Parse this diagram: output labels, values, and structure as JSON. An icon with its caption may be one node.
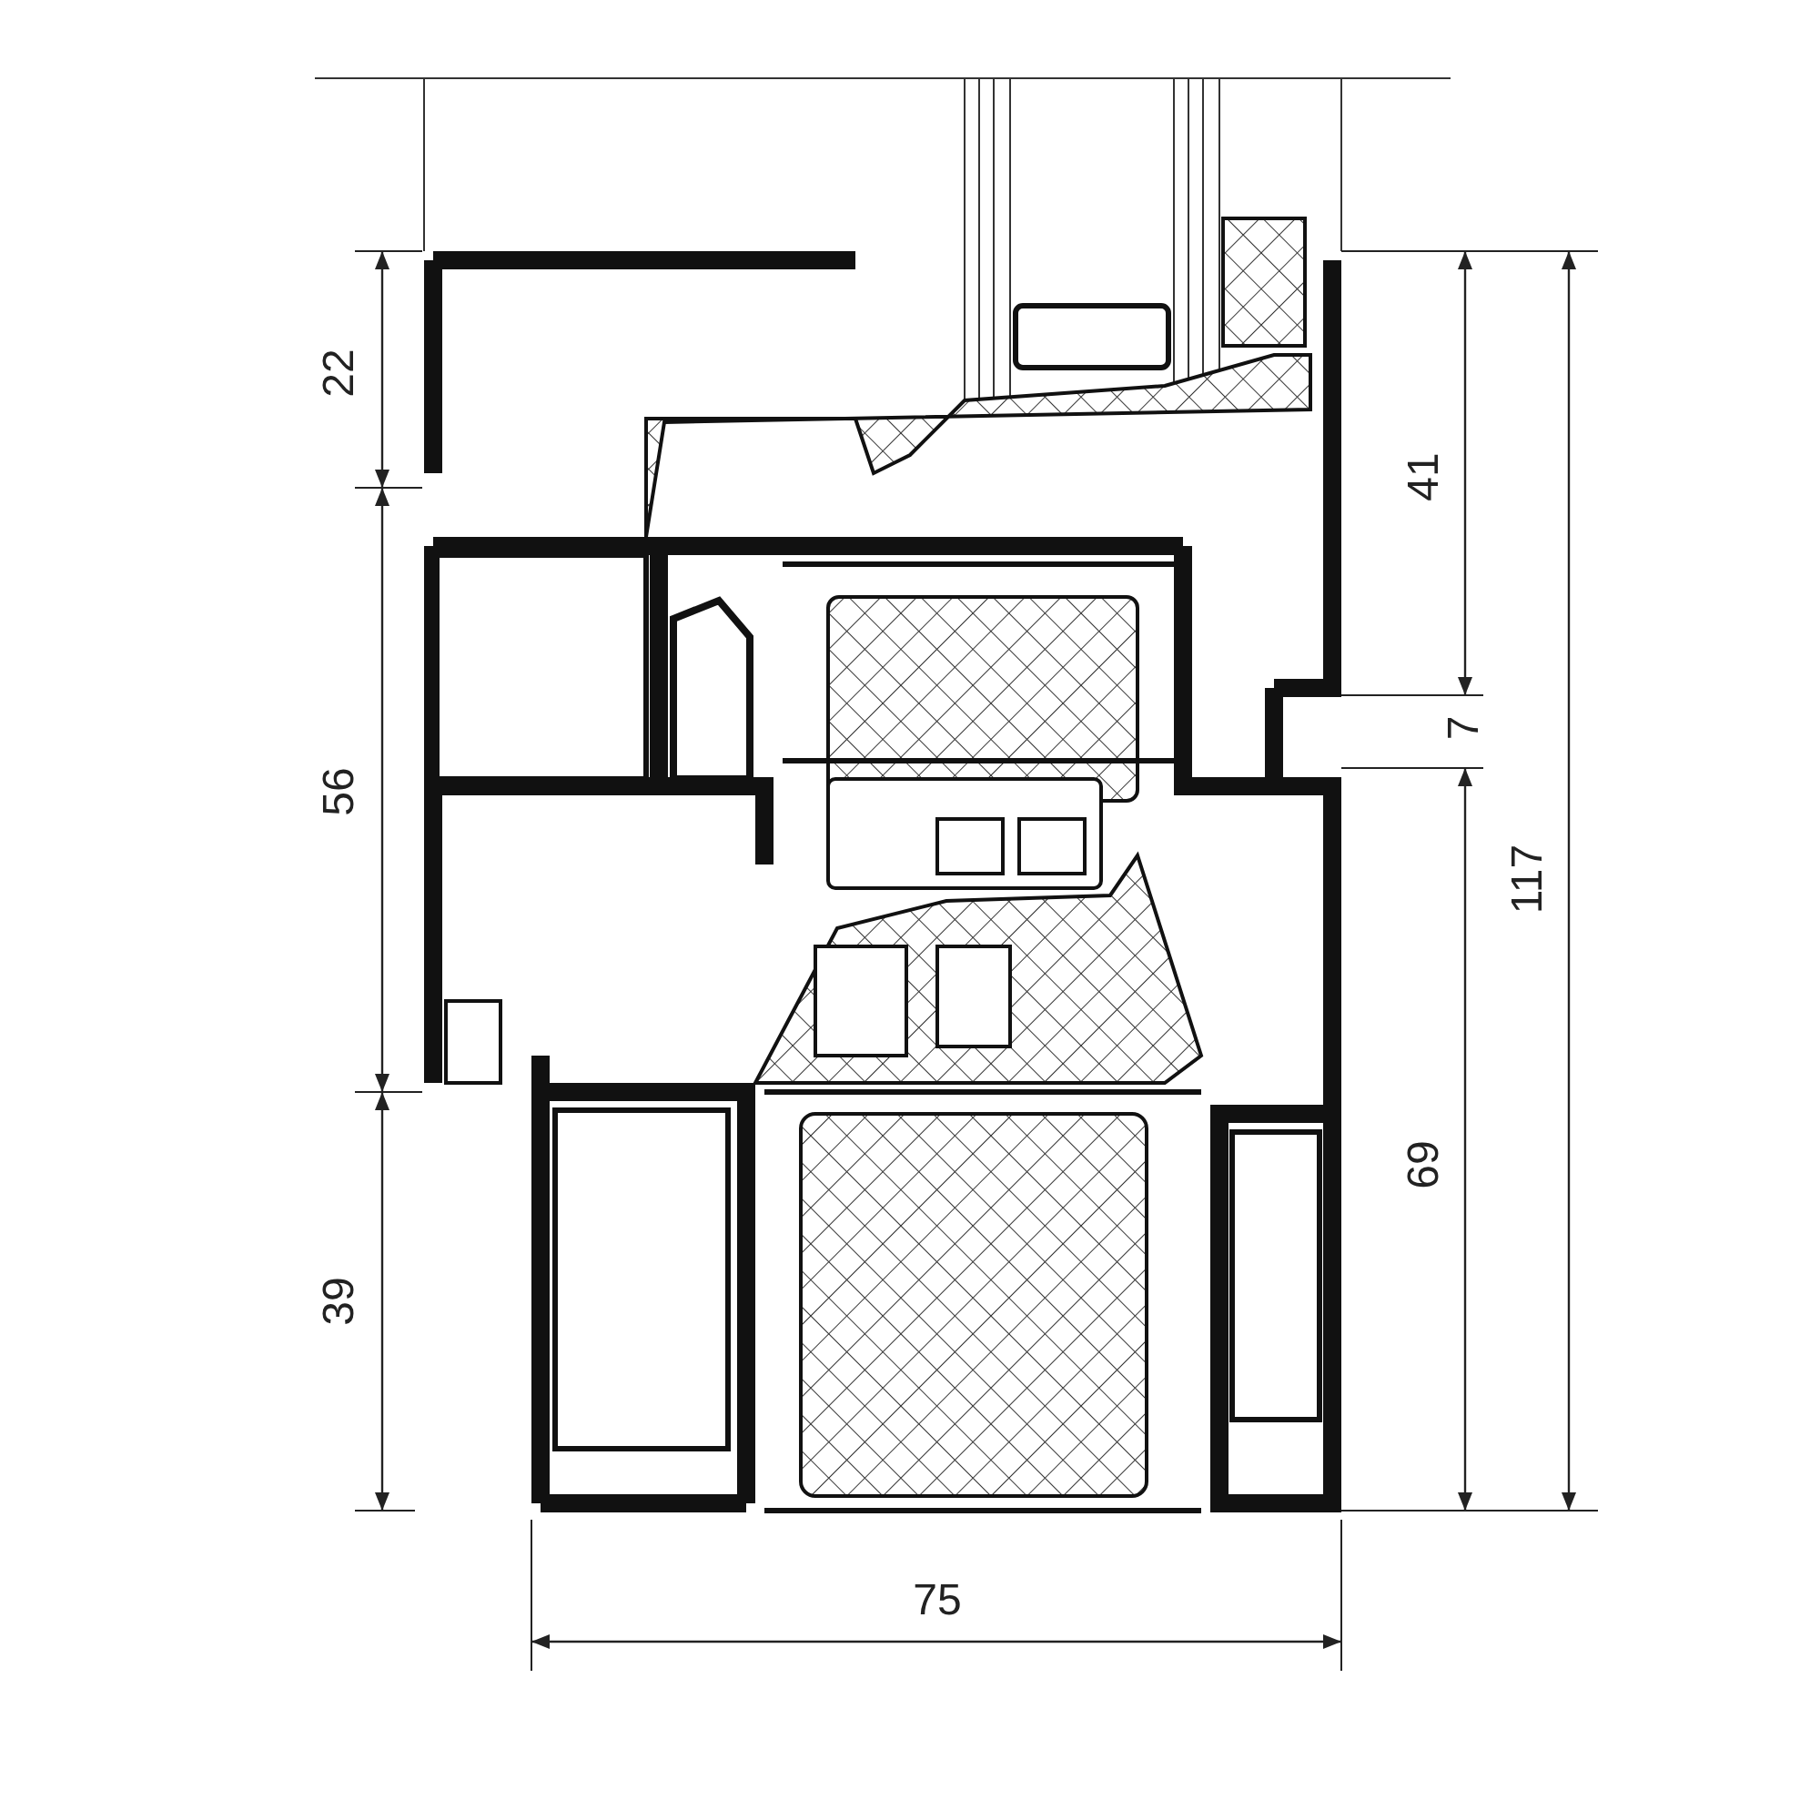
{
  "diagram": {
    "labels": [
      "22",
      "41",
      "7",
      "56",
      "117",
      "69",
      "39",
      "75"
    ]
  }
}
